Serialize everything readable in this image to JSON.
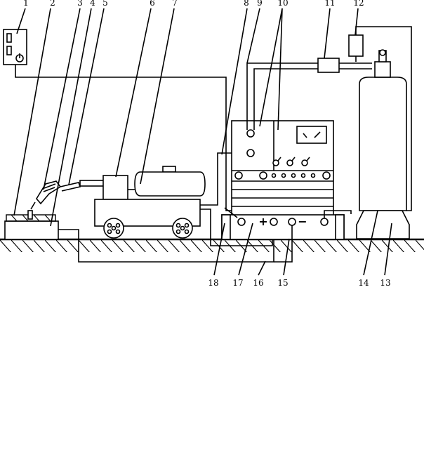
{
  "labels": {
    "n1": "1",
    "n2": "2",
    "n3": "3",
    "n4": "4",
    "n5": "5",
    "n6": "6",
    "n7": "7",
    "n8": "8",
    "n9": "9",
    "n10": "10",
    "n11": "11",
    "n12": "12",
    "n13": "13",
    "n14": "14",
    "n15": "15",
    "n16": "16",
    "n17": "17",
    "n18": "18"
  },
  "terminals": {
    "plus": "+",
    "minus": "−"
  }
}
